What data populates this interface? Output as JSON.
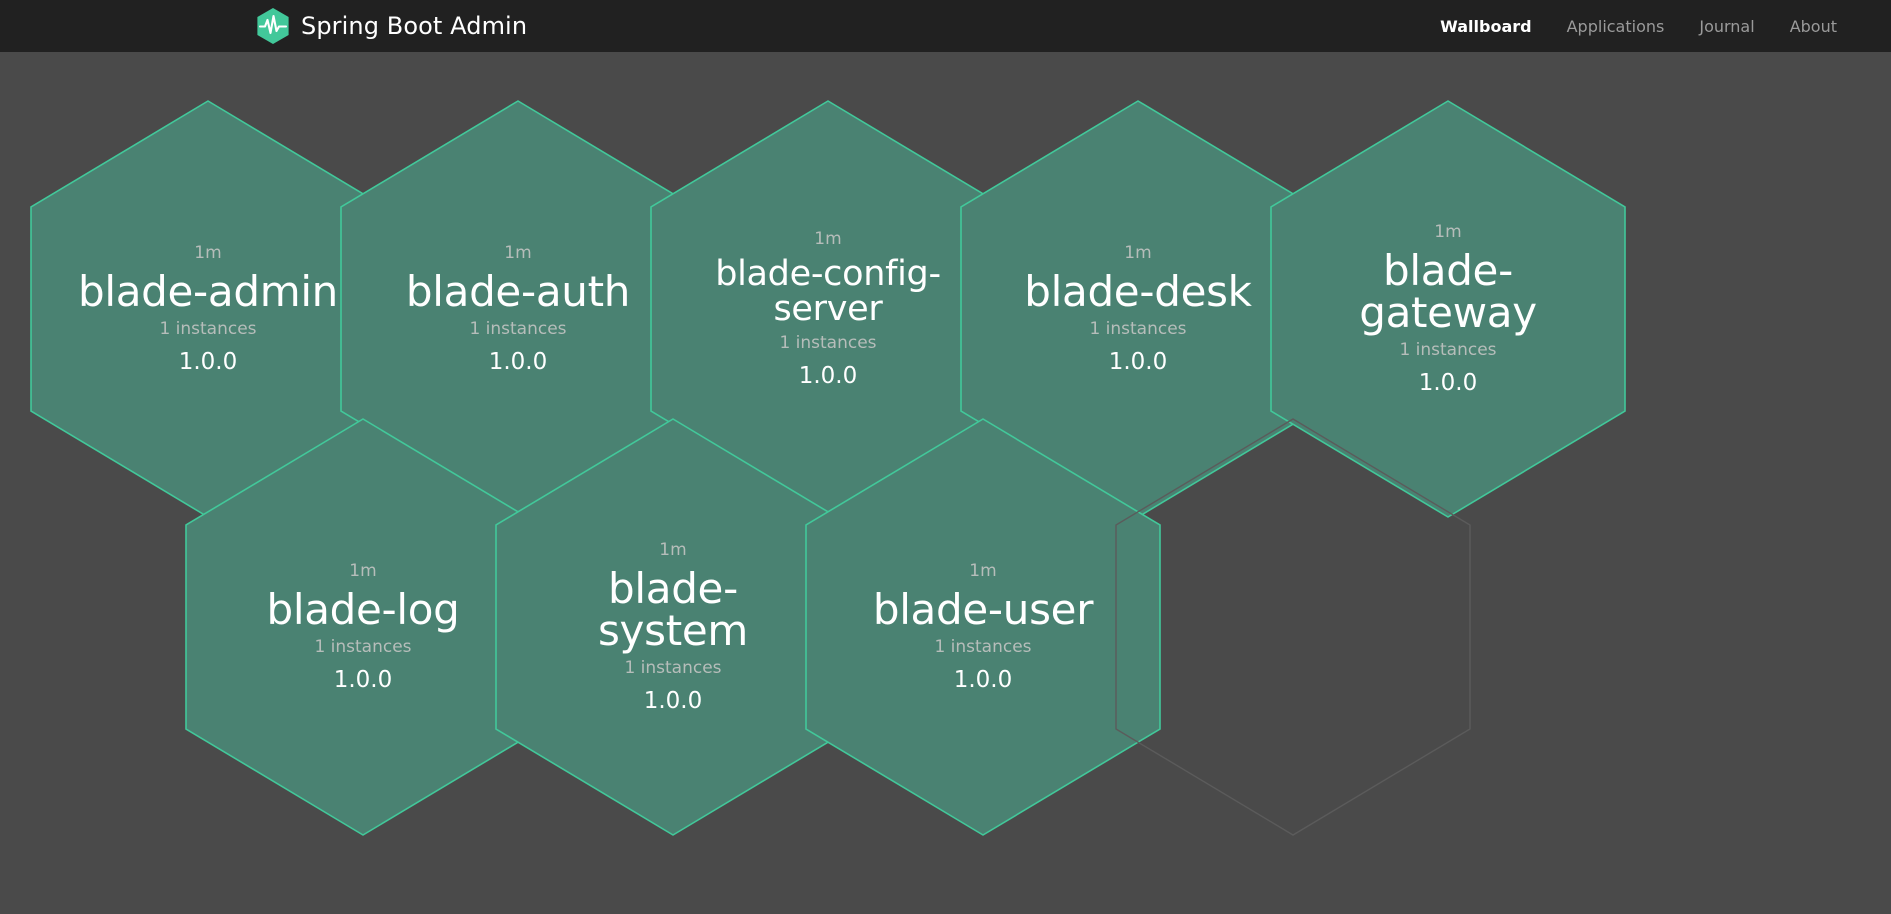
{
  "header": {
    "brand": "Spring Boot Admin",
    "logo_icon": "heartbeat-hexagon-icon",
    "nav": [
      {
        "label": "Wallboard",
        "active": true
      },
      {
        "label": "Applications",
        "active": false
      },
      {
        "label": "Journal",
        "active": false
      },
      {
        "label": "About",
        "active": false
      }
    ]
  },
  "colors": {
    "navbar_bg": "#212121",
    "page_bg": "#4a4a4a",
    "hex_fill": "#4a8272",
    "hex_border": "#42c89a",
    "brand_green": "#42c89a",
    "text_primary": "#ffffff",
    "text_muted": "#b6bdba",
    "nav_inactive": "#9a9a9a",
    "placeholder_border": "#5b5b5b"
  },
  "wallboard": {
    "applications": [
      {
        "since": "1m",
        "name": "blade-admin",
        "instances": "1 instances",
        "version": "1.0.0",
        "long": false
      },
      {
        "since": "1m",
        "name": "blade-auth",
        "instances": "1 instances",
        "version": "1.0.0",
        "long": false
      },
      {
        "since": "1m",
        "name": "blade-config-server",
        "instances": "1 instances",
        "version": "1.0.0",
        "long": true
      },
      {
        "since": "1m",
        "name": "blade-desk",
        "instances": "1 instances",
        "version": "1.0.0",
        "long": false
      },
      {
        "since": "1m",
        "name": "blade-gateway",
        "instances": "1 instances",
        "version": "1.0.0",
        "long": false
      },
      {
        "since": "1m",
        "name": "blade-log",
        "instances": "1 instances",
        "version": "1.0.0",
        "long": false
      },
      {
        "since": "1m",
        "name": "blade-system",
        "instances": "1 instances",
        "version": "1.0.0",
        "long": false
      },
      {
        "since": "1m",
        "name": "blade-user",
        "instances": "1 instances",
        "version": "1.0.0",
        "long": false
      }
    ],
    "placeholder_count": 1
  }
}
